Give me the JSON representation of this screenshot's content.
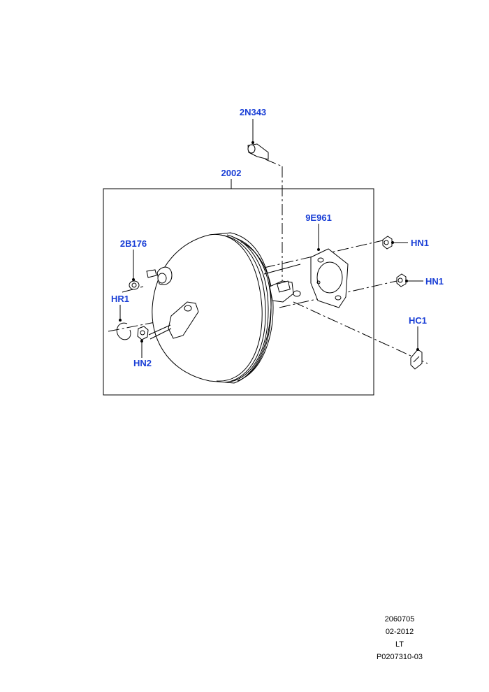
{
  "callouts": {
    "top_bolt": "2N343",
    "assembly": "2002",
    "gasket": "9E961",
    "seal": "2B176",
    "nut_right_upper": "HN1",
    "nut_right_lower": "HN1",
    "clip": "HR1",
    "clip_right": "HC1",
    "nut_left": "HN2"
  },
  "footer": {
    "drawing_number": "2060705",
    "date": "02-2012",
    "variant": "LT",
    "part_ref": "P0207310-03"
  },
  "colors": {
    "callout_text": "#1a3fd6",
    "line_art": "#000000"
  }
}
